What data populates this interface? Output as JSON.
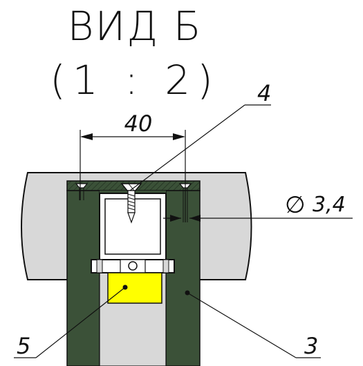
{
  "view": {
    "title": "ВИД Б",
    "scale": "(1 : 2)"
  },
  "dimensions": {
    "width": "40",
    "hole_diameter_symbol": "∅",
    "hole_diameter": "3,4"
  },
  "callouts": [
    {
      "id": "4"
    },
    {
      "id": "5"
    },
    {
      "id": "3"
    }
  ],
  "colors": {
    "dark_green": "#3b5138",
    "light_gray": "#d8d8d8",
    "yellow": "#ffff00",
    "white": "#ffffff",
    "line": "#111111"
  }
}
